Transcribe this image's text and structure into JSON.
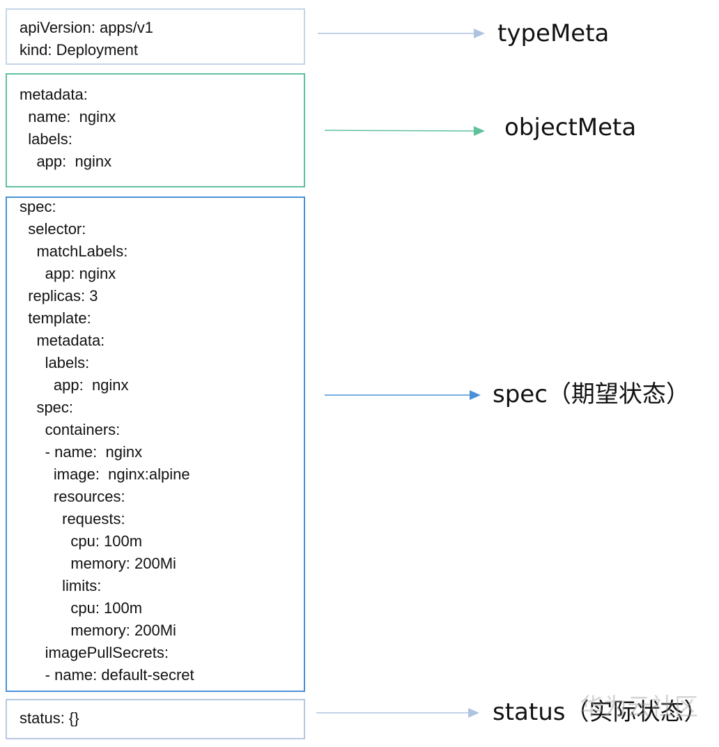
{
  "boxes": {
    "typemeta": {
      "lines": [
        "apiVersion: apps/v1",
        "kind: Deployment"
      ],
      "color": "#c5d5e8"
    },
    "objectmeta": {
      "lines": [
        "metadata:",
        "  name:  nginx",
        "  labels:",
        "    app:  nginx"
      ],
      "color": "#5fc19c"
    },
    "spec": {
      "lines": [
        "spec:",
        "  selector:",
        "    matchLabels:",
        "      app: nginx",
        "  replicas: 3",
        "  template:",
        "    metadata:",
        "      labels:",
        "        app:  nginx",
        "    spec:",
        "      containers:",
        "      - name:  nginx",
        "        image:  nginx:alpine",
        "        resources:",
        "          requests:",
        "            cpu: 100m",
        "            memory: 200Mi",
        "          limits:",
        "            cpu: 100m",
        "            memory: 200Mi",
        "      imagePullSecrets:",
        "      - name: default-secret"
      ],
      "color": "#4a90d9"
    },
    "status": {
      "lines": [
        "status: {}"
      ],
      "color": "#b6c7e0"
    }
  },
  "labels": {
    "typemeta": "typeMeta",
    "objectmeta": "objectMeta",
    "spec": "spec（期望状态）",
    "status": "status（实际状态）"
  },
  "watermark": "华为云社区"
}
